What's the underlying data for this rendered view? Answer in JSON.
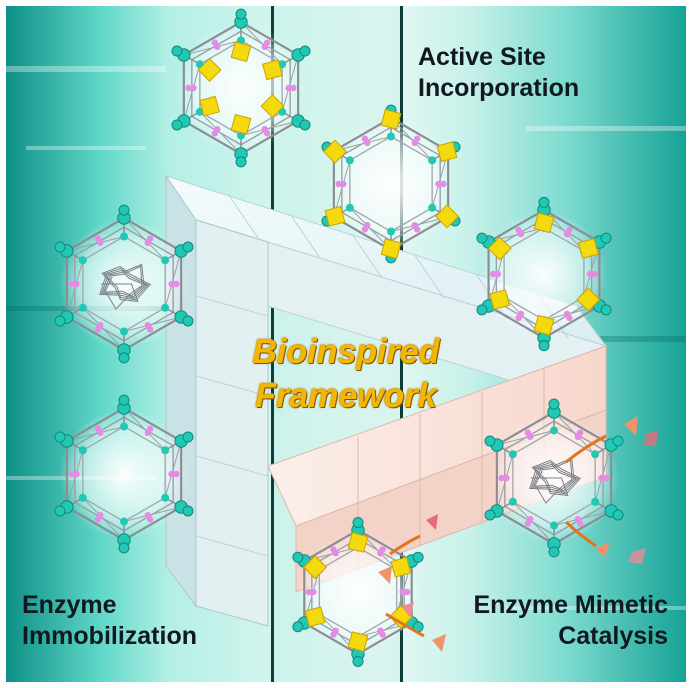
{
  "labels": {
    "active_site": [
      "Active Site",
      "Incorporation"
    ],
    "enzyme_immobilization": [
      "Enzyme",
      "Immobilization"
    ],
    "enzyme_mimetic": [
      "Enzyme Mimetic",
      "Catalysis"
    ]
  },
  "center_title": [
    "Bioinspired",
    "Framework"
  ],
  "colors": {
    "teal_dark": "#0f8f86",
    "node": "#22c8b4",
    "linker": "#e58be6",
    "active_site": "#f5d90f",
    "title": "#f2b705",
    "cube_blue": "#d7eaed",
    "cube_pink": "#f6d9d1",
    "substrate": "#f0936a"
  }
}
